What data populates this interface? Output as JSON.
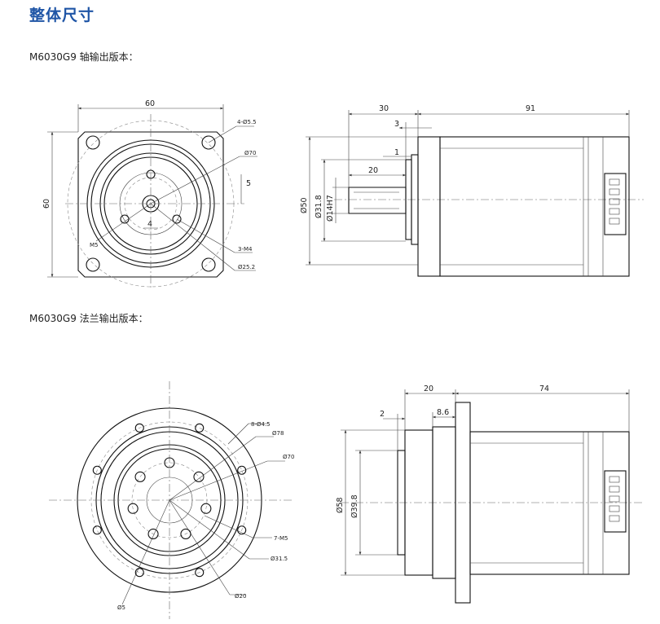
{
  "page": {
    "title": "整体尺寸",
    "section1": "M6030G9 轴输出版本：",
    "section2": "M6030G9 法兰输出版本："
  },
  "drawing1": {
    "front": {
      "width": "60",
      "height": "60",
      "holes": "4-Ø5.5",
      "pcd": "Ø70",
      "offset": "5",
      "spacing": "4",
      "thread_center": "M5",
      "thread_holes": "3-M4",
      "boss": "Ø25.2"
    },
    "side": {
      "len_flange": "30",
      "len_motor": "91",
      "len_3": "3",
      "len_1": "1",
      "shaft_len": "20",
      "dia_50": "Ø50",
      "dia_31_8": "Ø31.8",
      "dia_14": "Ø14H7"
    }
  },
  "drawing2": {
    "front": {
      "holes": "8-Ø4.5",
      "pcd78": "Ø78",
      "pcd70": "Ø70",
      "thread": "7-M5",
      "pcd31": "Ø31.5",
      "dia5": "Ø5",
      "dia20": "Ø20"
    },
    "side": {
      "len_flange": "20",
      "len_motor": "74",
      "len_2": "2",
      "len_8_6": "8.6",
      "dia_58": "Ø58",
      "dia_39_8": "Ø39.8"
    }
  },
  "colors": {
    "title": "#1f55a6",
    "line": "#111111"
  }
}
